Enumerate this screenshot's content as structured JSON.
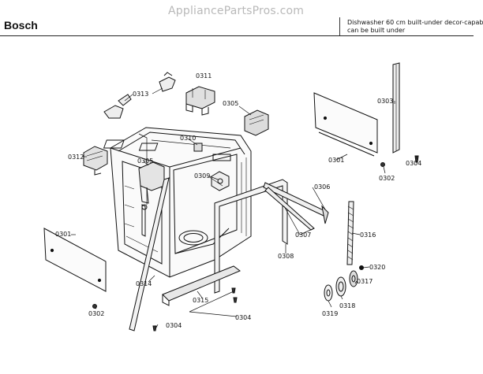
{
  "watermark": "AppliancePartsPros.com",
  "brand": "Bosch",
  "description": {
    "line1": "Dishwasher 60 cm built-under decor-capab",
    "line2": "can be built under"
  },
  "callouts": [
    {
      "id": "c0311",
      "text": "0311"
    },
    {
      "id": "c0313",
      "text": "0313"
    },
    {
      "id": "c0305a",
      "text": "0305"
    },
    {
      "id": "c0303",
      "text": "0303"
    },
    {
      "id": "c0310",
      "text": "0310"
    },
    {
      "id": "c0312",
      "text": "0312"
    },
    {
      "id": "c0305b",
      "text": "0305"
    },
    {
      "id": "c0309",
      "text": "0309"
    },
    {
      "id": "c0301a",
      "text": "0301"
    },
    {
      "id": "c0304a",
      "text": "0304"
    },
    {
      "id": "c0302a",
      "text": "0302"
    },
    {
      "id": "c0306",
      "text": "0306"
    },
    {
      "id": "c0301b",
      "text": "0301"
    },
    {
      "id": "c0307",
      "text": "0307"
    },
    {
      "id": "c0316",
      "text": "0316"
    },
    {
      "id": "c0308",
      "text": "0308"
    },
    {
      "id": "c0320",
      "text": "0320"
    },
    {
      "id": "c0314",
      "text": "0314"
    },
    {
      "id": "c0317",
      "text": "0317"
    },
    {
      "id": "c0315",
      "text": "0315"
    },
    {
      "id": "c0318",
      "text": "0318"
    },
    {
      "id": "c0302b",
      "text": "0302"
    },
    {
      "id": "c0319",
      "text": "0319"
    },
    {
      "id": "c0304b",
      "text": "0304"
    },
    {
      "id": "c0304c",
      "text": "0304"
    }
  ]
}
